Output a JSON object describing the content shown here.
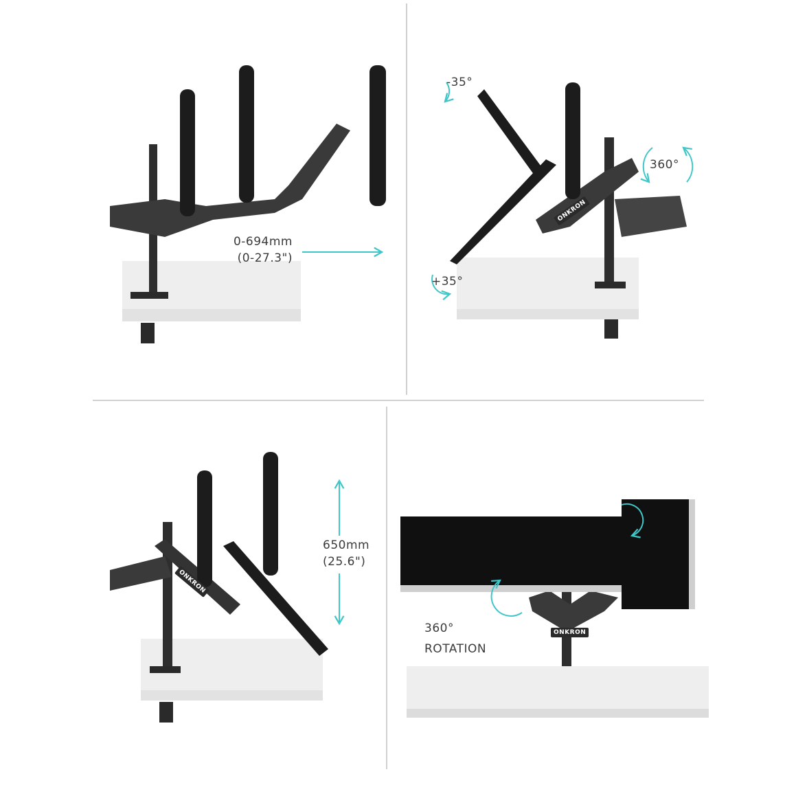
{
  "panels": {
    "extension": {
      "line1": "0-694mm",
      "line2": "(0-27.3\")"
    },
    "tilt": {
      "up": "-35°",
      "down": "+35°",
      "swivel": "360°"
    },
    "height": {
      "line1": "650mm",
      "line2": "(25.6\")"
    },
    "rotation": {
      "line1": "360°",
      "line2": "ROTATION"
    }
  },
  "brand": "ONKRON",
  "colors": {
    "accent": "#3ec6c8",
    "monitor": "#1c1c1c",
    "arm": "#3a3a3a",
    "desk": "#ededed",
    "divider": "#d0d0d0",
    "text": "#3a3a3a"
  }
}
